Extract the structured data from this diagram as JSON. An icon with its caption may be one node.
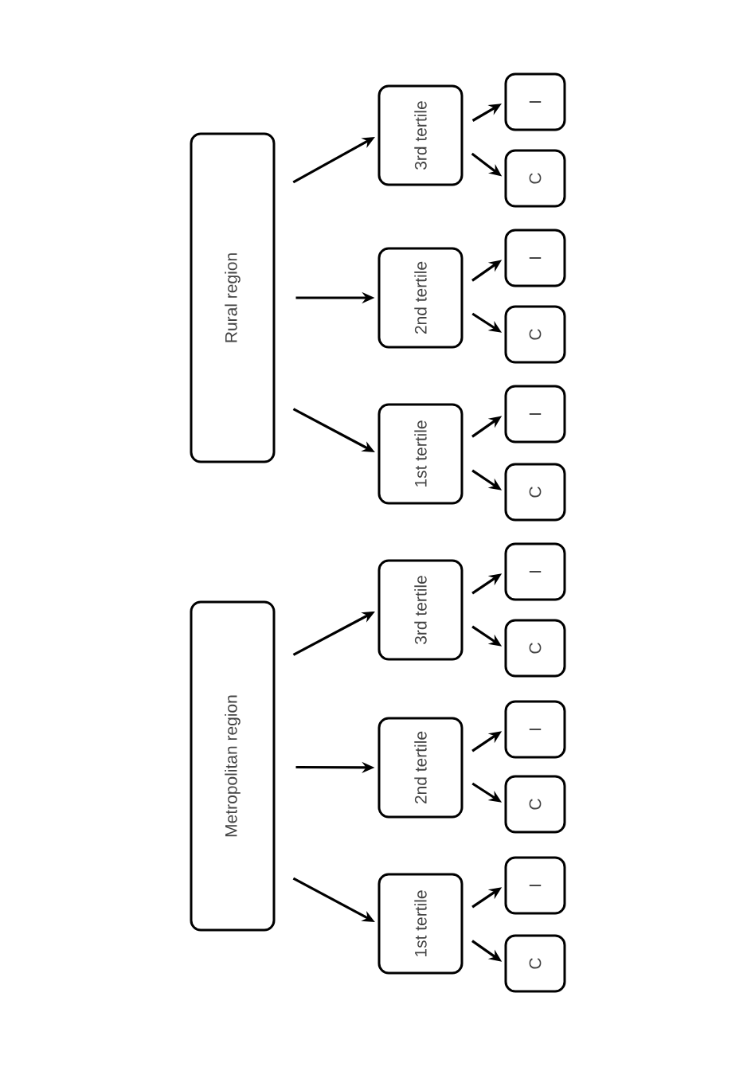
{
  "diagram": {
    "nodes": [
      {
        "text": [
          "Metropolitan region"
        ]
      },
      {
        "text": [
          "1st tertile"
        ]
      },
      {
        "text": [
          "C"
        ]
      },
      {
        "text": [
          "I"
        ]
      },
      {
        "text": [
          "2nd tertile"
        ]
      },
      {
        "text": [
          "C"
        ]
      },
      {
        "text": [
          "I"
        ]
      },
      {
        "text": [
          "3rd tertile"
        ]
      },
      {
        "text": [
          "C"
        ]
      },
      {
        "text": [
          "I"
        ]
      },
      {
        "text": [
          "Rural region"
        ]
      },
      {
        "text": [
          "1st tertile"
        ]
      },
      {
        "text": [
          "C"
        ]
      },
      {
        "text": [
          "I"
        ]
      },
      {
        "text": [
          "2nd tertile"
        ]
      },
      {
        "text": [
          "C"
        ]
      },
      {
        "text": [
          "I"
        ]
      },
      {
        "text": [
          "3rd tertile"
        ]
      },
      {
        "text": [
          "C"
        ]
      },
      {
        "text": [
          "I"
        ]
      }
    ],
    "edges": [
      {
        "from": 0,
        "to": 1,
        "arrow": "to"
      },
      {
        "from": 1,
        "to": 2,
        "arrow": "to"
      },
      {
        "from": 1,
        "to": 3,
        "arrow": "to"
      },
      {
        "from": 0,
        "to": 4,
        "arrow": "to"
      },
      {
        "from": 4,
        "to": 5,
        "arrow": "to"
      },
      {
        "from": 4,
        "to": 6,
        "arrow": "to"
      },
      {
        "from": 0,
        "to": 7,
        "arrow": "to"
      },
      {
        "from": 7,
        "to": 8,
        "arrow": "to"
      },
      {
        "from": 7,
        "to": 9,
        "arrow": "to"
      },
      {
        "from": 10,
        "to": 11,
        "arrow": "to"
      },
      {
        "from": 11,
        "to": 12,
        "arrow": "to"
      },
      {
        "from": 11,
        "to": 13,
        "arrow": "to"
      },
      {
        "from": 10,
        "to": 14,
        "arrow": "to"
      },
      {
        "from": 14,
        "to": 15,
        "arrow": "to"
      },
      {
        "from": 14,
        "to": 16,
        "arrow": "to"
      },
      {
        "from": 10,
        "to": 17,
        "arrow": "to"
      },
      {
        "from": 17,
        "to": 18,
        "arrow": "to"
      },
      {
        "from": 17,
        "to": 19,
        "arrow": "to"
      }
    ]
  }
}
